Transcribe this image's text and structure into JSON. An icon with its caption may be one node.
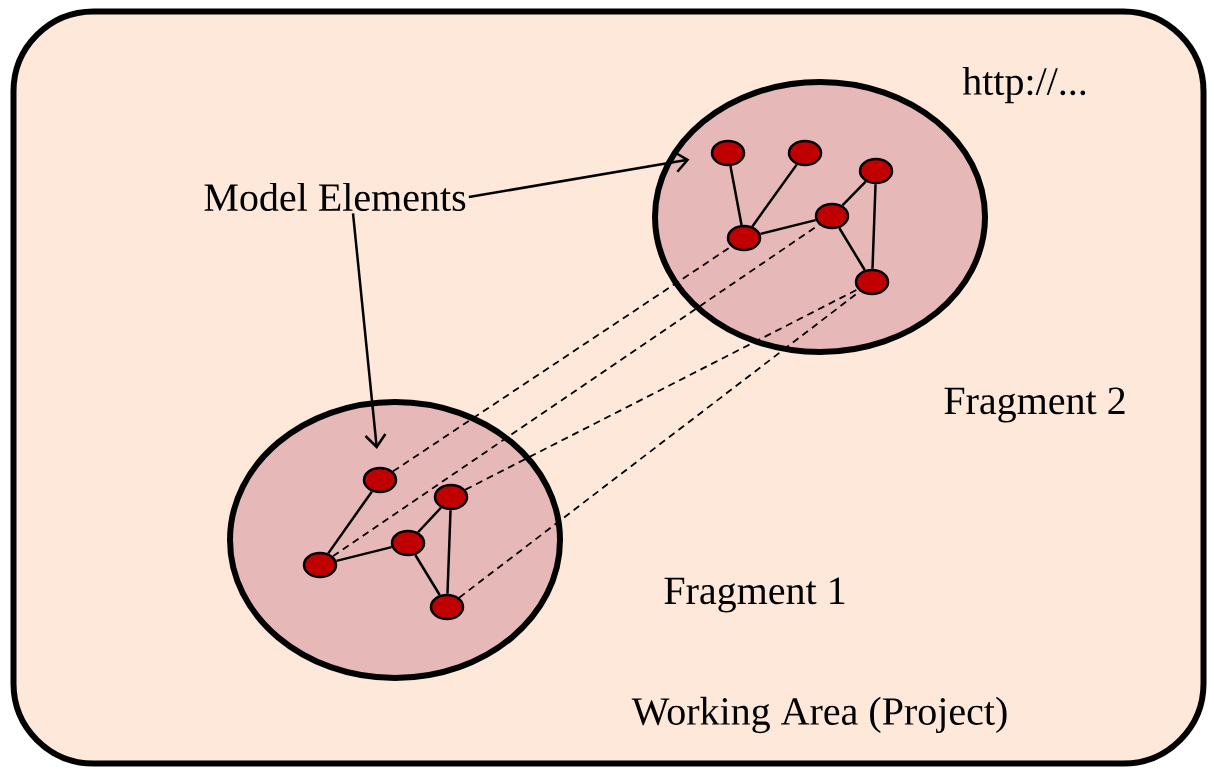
{
  "diagram": {
    "nodes": [
      {
        "text": [
          "Working Area (Project)"
        ]
      },
      {
        "text": [
          "Fragment 2"
        ],
        "in": 0
      },
      {
        "text": [],
        "shape": "circle",
        "in": 1
      },
      {
        "text": [],
        "shape": "circle",
        "in": 1
      },
      {
        "text": [],
        "shape": "circle",
        "in": 1
      },
      {
        "text": [],
        "shape": "circle",
        "in": 1
      },
      {
        "text": [],
        "shape": "circle",
        "in": 1
      },
      {
        "text": [],
        "shape": "circle",
        "in": 1
      },
      {
        "text": [
          "Fragment 1"
        ],
        "in": 0
      },
      {
        "text": [],
        "shape": "circle",
        "in": 8
      },
      {
        "text": [],
        "shape": "circle",
        "in": 8
      },
      {
        "text": [],
        "shape": "circle",
        "in": 8
      },
      {
        "text": [],
        "shape": "circle",
        "in": 8
      },
      {
        "text": [],
        "shape": "circle",
        "in": 8
      },
      {
        "text": [
          "Model Elements"
        ],
        "in": 0
      }
    ],
    "edges": [
      {
        "from": 2,
        "to": 6,
        "arrow": "none"
      },
      {
        "from": 3,
        "to": 6,
        "arrow": "none"
      },
      {
        "from": 6,
        "to": 5,
        "arrow": "none"
      },
      {
        "from": 5,
        "to": 4,
        "arrow": "none"
      },
      {
        "from": 4,
        "to": 7,
        "arrow": "none"
      },
      {
        "from": 5,
        "to": 7,
        "arrow": "none"
      },
      {
        "from": 9,
        "to": 12,
        "arrow": "none"
      },
      {
        "from": 12,
        "to": 11,
        "arrow": "none"
      },
      {
        "from": 11,
        "to": 10,
        "arrow": "none"
      },
      {
        "from": 10,
        "to": 13,
        "arrow": "none"
      },
      {
        "from": 11,
        "to": 13,
        "arrow": "none"
      },
      {
        "from": 9,
        "to": 6,
        "arrow": "none",
        "style": "dashed"
      },
      {
        "from": 12,
        "to": 5,
        "arrow": "none",
        "style": "dashed"
      },
      {
        "from": 10,
        "to": 7,
        "arrow": "none",
        "style": "dashed"
      },
      {
        "from": 13,
        "to": 7,
        "arrow": "none",
        "style": "dashed"
      },
      {
        "from": 14,
        "to": 2,
        "arrow": "to"
      },
      {
        "from": 14,
        "to": 9,
        "arrow": "to"
      }
    ],
    "labels": [
      "http://..."
    ]
  }
}
